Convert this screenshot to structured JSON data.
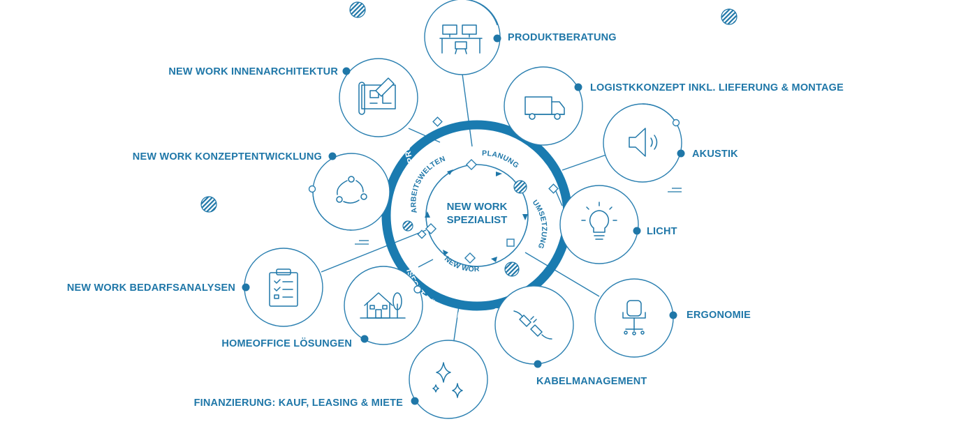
{
  "colors": {
    "primary": "#1f77a8",
    "ring": "#1a7bb0",
    "line": "#2a7fb0",
    "white": "#ffffff"
  },
  "center": {
    "line1": "NEW WORK",
    "line2": "SPEZIALIST"
  },
  "ring_labels": {
    "top": "PRODUKTPORTFOLIO",
    "bottom": "ISFORT BÜROEINRICHTUNG"
  },
  "cycle_labels": {
    "planung": "PLANUNG",
    "umsetzung": "UMSETZUNG",
    "new_work": "NEW WORK",
    "arbeitswelten": "ARBEITSWELTEN"
  },
  "services": [
    {
      "id": "produktberatung",
      "label": "PRODUKTBERATUNG",
      "icon": "desks-icon"
    },
    {
      "id": "logistik",
      "label": "LOGISTKKONZEPT INKL. LIEFERUNG & MONTAGE",
      "icon": "truck-icon"
    },
    {
      "id": "akustik",
      "label": "AKUSTIK",
      "icon": "speaker-icon"
    },
    {
      "id": "licht",
      "label": "LICHT",
      "icon": "lightbulb-icon"
    },
    {
      "id": "ergonomie",
      "label": "ERGONOMIE",
      "icon": "office-chair-icon"
    },
    {
      "id": "kabel",
      "label": "KABELMANAGEMENT",
      "icon": "plug-icon"
    },
    {
      "id": "finanzierung",
      "label": "FINANZIERUNG: KAUF, LEASING & MIETE",
      "icon": "sparkle-icon"
    },
    {
      "id": "homeoffice",
      "label": "HOMEOFFICE LÖSUNGEN",
      "icon": "house-icon"
    },
    {
      "id": "bedarf",
      "label": "NEW WORK BEDARFSANALYSEN",
      "icon": "clipboard-icon"
    },
    {
      "id": "konzept",
      "label": "NEW WORK KONZEPTENTWICKLUNG",
      "icon": "cycle-icon"
    },
    {
      "id": "innen",
      "label": "NEW WORK INNENARCHITEKTUR",
      "icon": "blueprint-icon"
    }
  ]
}
